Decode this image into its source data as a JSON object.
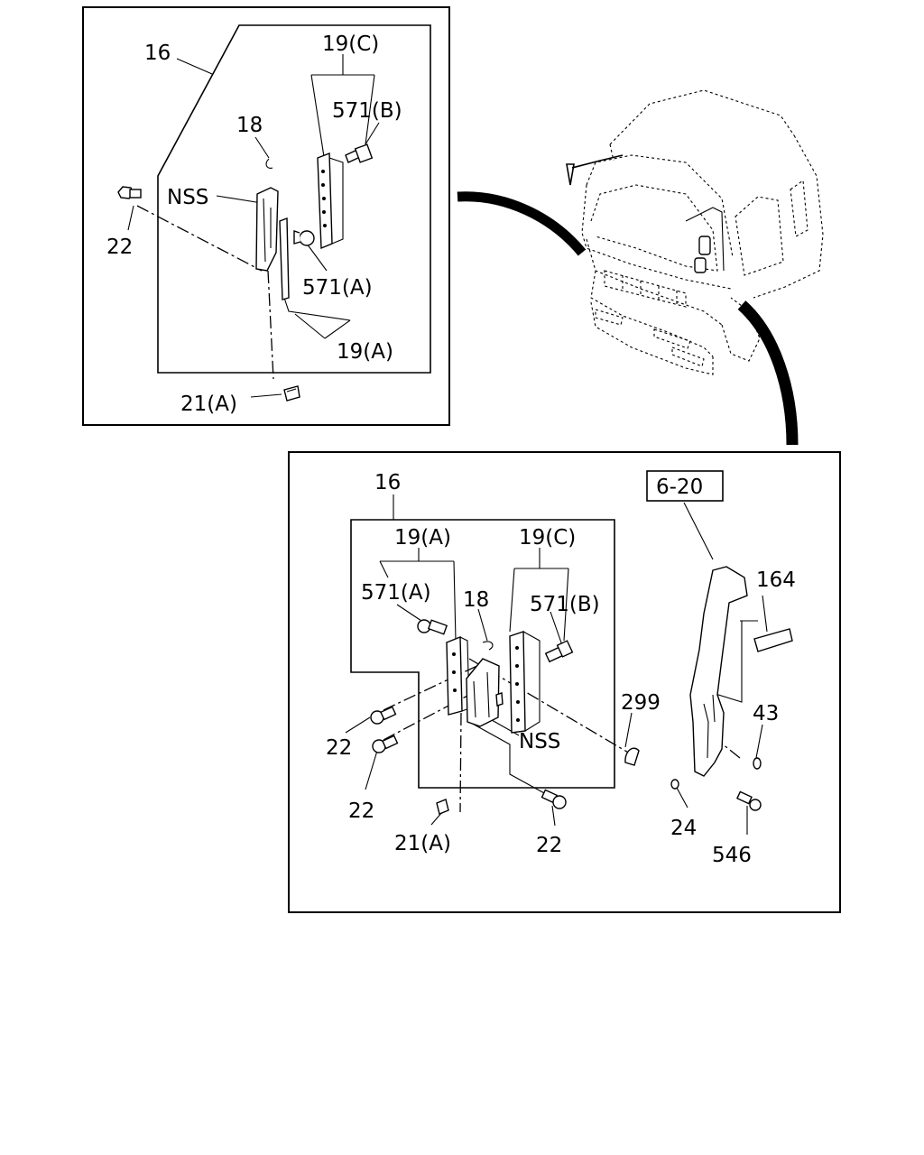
{
  "top_panel": {
    "labels": {
      "assembly": "16",
      "bracket_upper": "19(C)",
      "screw_upper": "571(B)",
      "spring": "18",
      "nss": "NSS",
      "bolt": "22",
      "screw_lower": "571(A)",
      "bracket_lower": "19(A)",
      "clip": "21(A)"
    }
  },
  "bottom_panel": {
    "labels": {
      "assembly": "16",
      "bracket_a": "19(A)",
      "bracket_c": "19(C)",
      "screw_a": "571(A)",
      "spring": "18",
      "screw_b": "571(B)",
      "ref": "6-20",
      "part_164": "164",
      "part_299": "299",
      "part_43": "43",
      "nss": "NSS",
      "bolt_1": "22",
      "bolt_2": "22",
      "bolt_3": "22",
      "clip": "21(A)",
      "part_24": "24",
      "part_546": "546"
    }
  }
}
